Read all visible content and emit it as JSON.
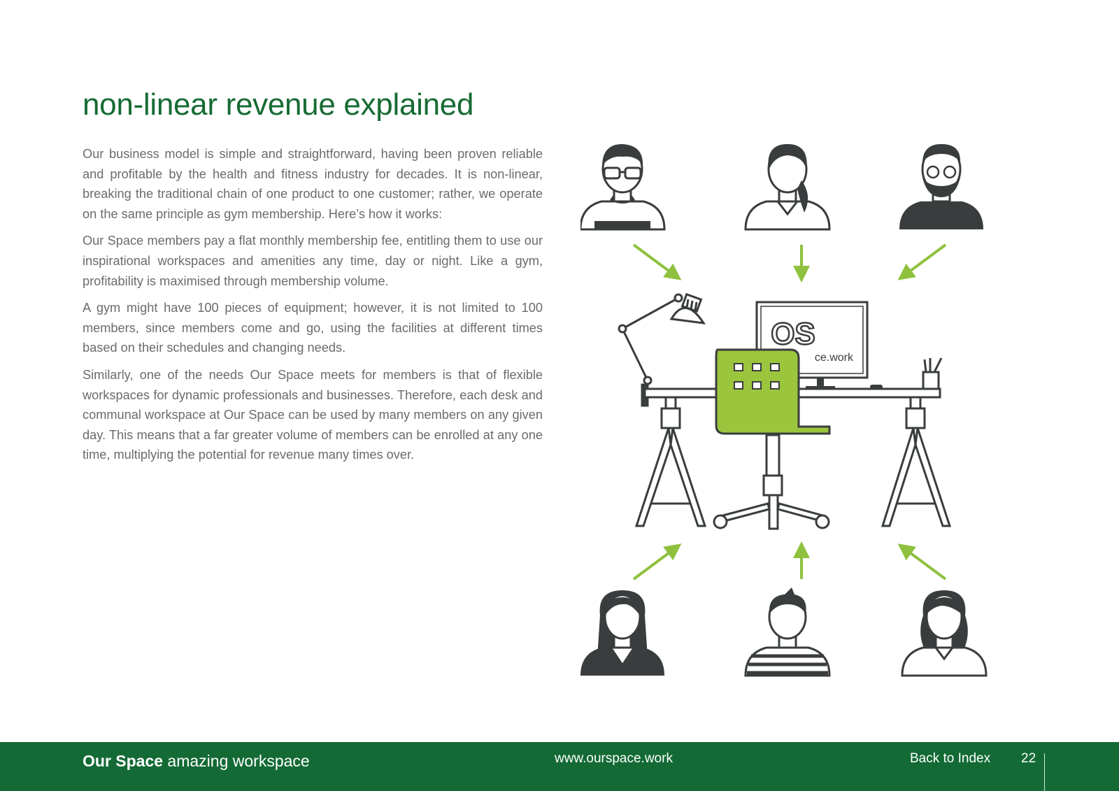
{
  "page": {
    "title": "non-linear revenue explained",
    "paragraphs": [
      "Our business model is simple and straightforward, having been proven reliable and profitable by the health and fitness industry for decades. It is non-linear, breaking the traditional chain of one product to one customer; rather, we operate on the same principle as gym membership. Here’s how it works:",
      "Our Space members pay a flat monthly membership fee, entitling them to use our inspirational workspaces and amenities any time, day or night. Like a gym, profitability is maximised through membership volume.",
      "A gym might have 100 pieces of equipment; however, it is not limited to 100 members, since members come and go, using the facilities at different times based on their schedules and changing needs.",
      "Similarly, one of the needs Our Space meets for members is that of flexible workspaces for dynamic professionals and businesses. Therefore, each desk and communal workspace at Our Space can be used by many members on any given day. This means that a far greater volume of members can be enrolled at any one time, multiplying the potential for revenue many times over."
    ]
  },
  "illustration": {
    "monitor_logo": "OS",
    "monitor_text": "ce.work",
    "colors": {
      "dark": "#3a3d3e",
      "green": "#8fc13e",
      "chair": "#9bc53d"
    },
    "icons": [
      "person-glasses-icon",
      "woman-ponytail-icon",
      "man-beard-icon",
      "woman-blazer-icon",
      "man-striped-shirt-icon",
      "woman-collar-icon",
      "desk-icon",
      "desk-lamp-icon",
      "monitor-icon",
      "office-chair-icon",
      "pen-holder-icon",
      "arrow-icon"
    ]
  },
  "footer": {
    "brand_bold": "Our Space",
    "brand_tagline": " amazing workspace",
    "url": "www.ourspace.work",
    "back_link": "Back to Index",
    "page_number": "22"
  },
  "colors": {
    "title": "#176b34",
    "footer_bg": "#136a35",
    "text": "#6b6b6b"
  }
}
